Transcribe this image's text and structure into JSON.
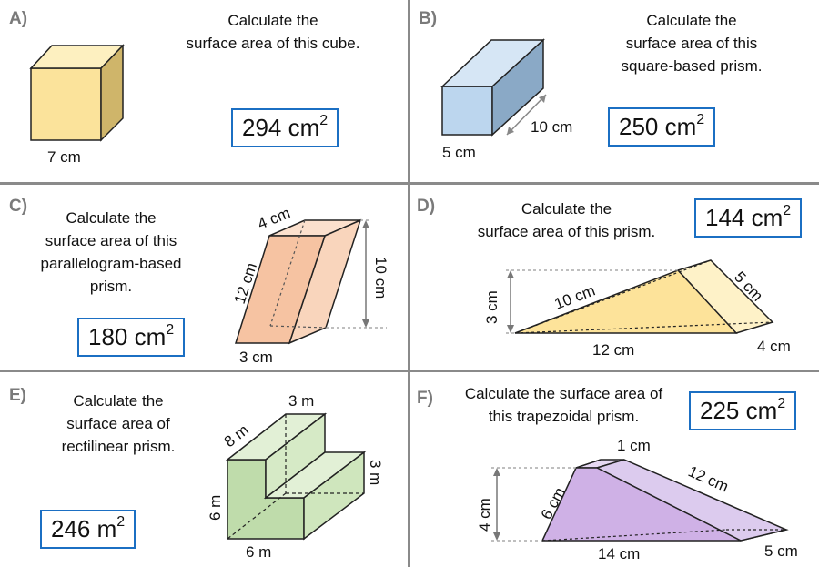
{
  "panels": {
    "a": {
      "label": "A)",
      "question": [
        "Calculate the",
        "surface area of this cube."
      ],
      "answer_value": "294 cm",
      "answer_exp": "2",
      "dims": [
        "7 cm"
      ]
    },
    "b": {
      "label": "B)",
      "question": [
        "Calculate the",
        "surface area of this",
        "square-based prism."
      ],
      "answer_value": "250 cm",
      "answer_exp": "2",
      "dims": [
        "10 cm",
        "5 cm"
      ]
    },
    "c": {
      "label": "C)",
      "question": [
        "Calculate the",
        "surface area of this",
        "parallelogram-based",
        "prism."
      ],
      "answer_value": "180 cm",
      "answer_exp": "2",
      "dims": [
        "4 cm",
        "12 cm",
        "10 cm",
        "3 cm"
      ]
    },
    "d": {
      "label": "D)",
      "question": [
        "Calculate the",
        "surface area of this prism."
      ],
      "answer_value": "144 cm",
      "answer_exp": "2",
      "dims": [
        "10 cm",
        "3 cm",
        "5 cm",
        "12 cm",
        "4 cm"
      ]
    },
    "e": {
      "label": "E)",
      "question": [
        "Calculate the",
        "surface area of",
        "rectilinear prism."
      ],
      "answer_value": "246 m",
      "answer_exp": "2",
      "dims": [
        "3 m",
        "8 m",
        "3 m",
        "6 m",
        "6 m"
      ]
    },
    "f": {
      "label": "F)",
      "question": [
        "Calculate the surface area of",
        "this trapezoidal prism."
      ],
      "answer_value": "225 cm",
      "answer_exp": "2",
      "dims": [
        "1 cm",
        "12 cm",
        "6 cm",
        "4 cm",
        "14 cm",
        "5 cm"
      ]
    }
  },
  "colors": {
    "divider": "#8a8a8a",
    "answer_border": "#1b6fc3",
    "cube": "#fbe39b",
    "square_prism": "#bcd6ee",
    "parallelogram_prism": "#f6c3a2",
    "triangular_prism": "#fde8a2",
    "rectilinear_prism": "#cfe6bd",
    "trapezoidal_prism": "#d6bfe8"
  }
}
